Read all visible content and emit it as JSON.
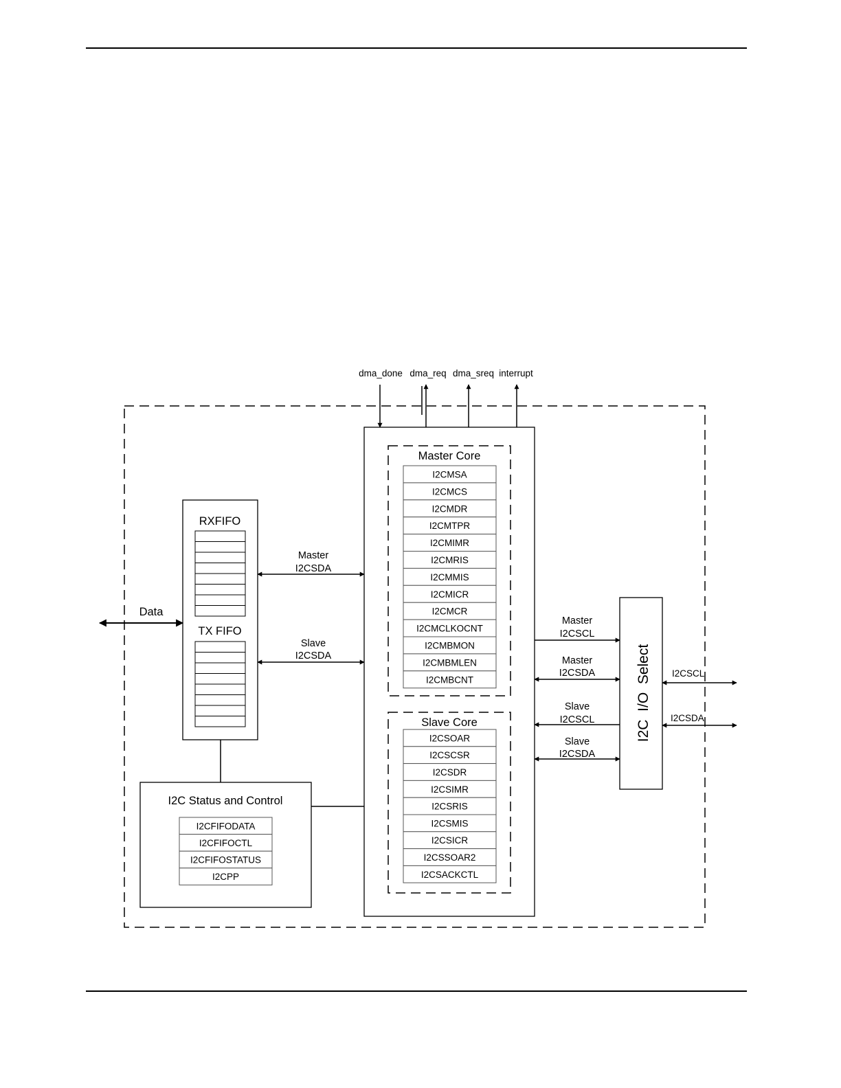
{
  "signals_top": [
    "dma_done",
    "dma_req",
    "dma_sreq",
    "interrupt"
  ],
  "data_label": "Data",
  "rxfifo_label": "RXFIFO",
  "txfifo_label": "TX FIFO",
  "fifo_master_label": [
    "Master",
    "I2CSDA"
  ],
  "fifo_slave_label": [
    "Slave",
    "I2CSDA"
  ],
  "master_core": {
    "title": "Master Core",
    "registers": [
      "I2CMSA",
      "I2CMCS",
      "I2CMDR",
      "I2CMTPR",
      "I2CMIMR",
      "I2CMRIS",
      "I2CMMIS",
      "I2CMICR",
      "I2CMCR",
      "I2CMCLKOCNT",
      "I2CMBMON",
      "I2CMBMLEN",
      "I2CMBCNT"
    ]
  },
  "slave_core": {
    "title": "Slave Core",
    "registers": [
      "I2CSOAR",
      "I2CSCSR",
      "I2CSDR",
      "I2CSIMR",
      "I2CSRIS",
      "I2CSMIS",
      "I2CSICR",
      "I2CSSOAR2",
      "I2CSACKCTL"
    ]
  },
  "status_control": {
    "title": "I2C Status and Control",
    "registers": [
      "I2CFIFODATA",
      "I2CFIFOCTL",
      "I2CFIFOSTATUS",
      "I2CPP"
    ]
  },
  "io_select_label": "I2C  I/O  Select",
  "io_links": [
    [
      "Master",
      "I2CSCL"
    ],
    [
      "Master",
      "I2CSDA"
    ],
    [
      "Slave",
      "I2CSCL"
    ],
    [
      "Slave",
      "I2CSDA"
    ]
  ],
  "pins": [
    "I2CSCL",
    "I2CSDA"
  ]
}
